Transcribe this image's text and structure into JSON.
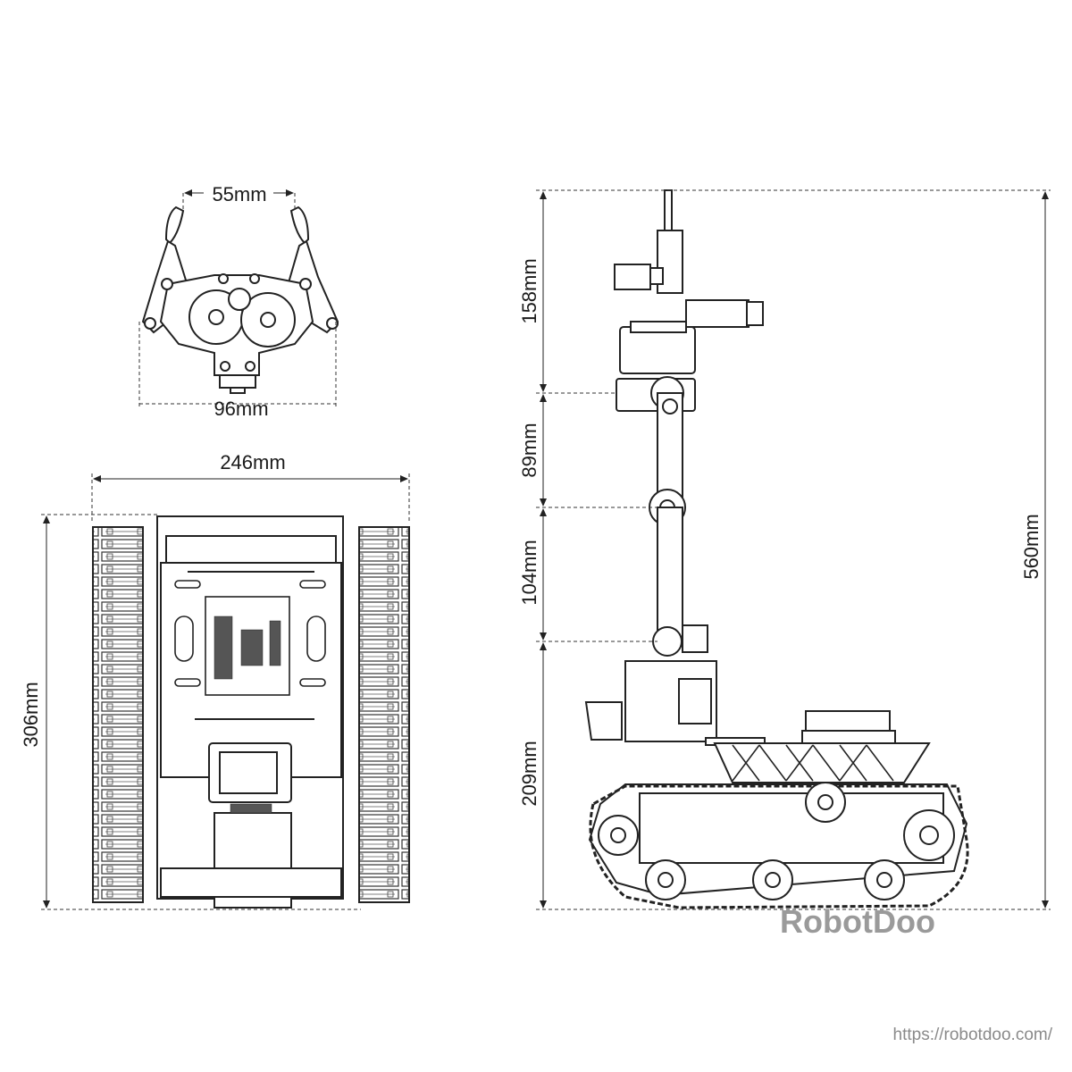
{
  "gripper": {
    "top_width": "55mm",
    "bottom_width": "96mm"
  },
  "top_view": {
    "width": "246mm",
    "length": "306mm"
  },
  "side_view": {
    "seg_top": "158mm",
    "seg_upper": "89mm",
    "seg_lower": "104mm",
    "seg_base": "209mm",
    "total_height": "560mm"
  },
  "branding": {
    "name": "RobotDoo",
    "url": "https://robotdoo.com/"
  }
}
